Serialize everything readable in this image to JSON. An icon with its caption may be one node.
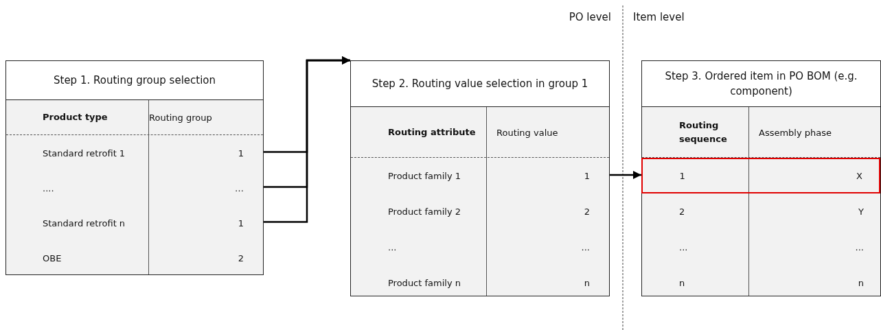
{
  "diagram": {
    "nodes": [
      {
        "text": [
          "Step 1. Routing group selection"
        ]
      },
      {
        "text": [
          "Product type",
          "Routing group"
        ],
        "in": 0
      },
      {
        "text": [
          "Standard retrofit 1",
          "1"
        ],
        "in": 0
      },
      {
        "text": [
          "....",
          "…"
        ],
        "in": 0
      },
      {
        "text": [
          "Standard retrofit n",
          "1"
        ],
        "in": 0
      },
      {
        "text": [
          "OBE",
          "2"
        ],
        "in": 0
      },
      {
        "text": [
          "Step 2. Routing value selection in group 1"
        ]
      },
      {
        "text": [
          "Routing attribute",
          "Routing value"
        ],
        "in": 6
      },
      {
        "text": [
          "Product family 1",
          "1"
        ],
        "in": 6
      },
      {
        "text": [
          "Product family 2",
          "2"
        ],
        "in": 6
      },
      {
        "text": [
          "...",
          "..."
        ],
        "in": 6
      },
      {
        "text": [
          "Product family n",
          "n"
        ],
        "in": 6
      },
      {
        "text": [
          "Step 3. Ordered item in PO BOM (e.g. component)"
        ]
      },
      {
        "text": [
          "Routing sequence",
          "Assembly phase"
        ],
        "in": 12
      },
      {
        "text": [
          "1",
          "X"
        ],
        "in": 12
      },
      {
        "text": [
          "2",
          "Y"
        ],
        "in": 12
      },
      {
        "text": [
          "...",
          "..."
        ],
        "in": 12
      },
      {
        "text": [
          "n",
          "n"
        ],
        "in": 12
      }
    ],
    "edges": [
      {
        "from": 2,
        "to": 6,
        "arrow": "to"
      },
      {
        "from": 3,
        "to": 6,
        "arrow": "to"
      },
      {
        "from": 4,
        "to": 6,
        "arrow": "to"
      },
      {
        "from": 8,
        "to": 14,
        "arrow": "to"
      }
    ],
    "labels": [
      "PO level",
      "Item level"
    ]
  }
}
